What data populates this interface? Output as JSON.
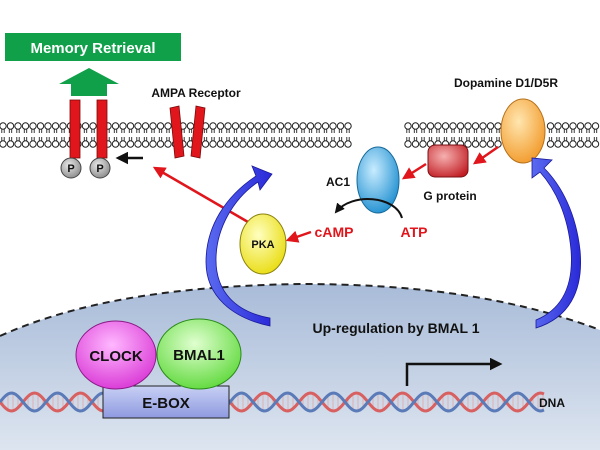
{
  "labels": {
    "memory_retrieval": "Memory Retrieval",
    "ampa_receptor": "AMPA Receptor",
    "dopamine_receptor": "Dopamine D1/D5R",
    "ac1": "AC1",
    "g_protein": "G protein",
    "camp": "cAMP",
    "atp": "ATP",
    "pka": "PKA",
    "phospho_1": "P",
    "phospho_2": "P",
    "up_regulation": "Up-regulation by BMAL 1",
    "clock": "CLOCK",
    "bmal1": "BMAL1",
    "ebox": "E-BOX",
    "dna": "DNA"
  },
  "colors": {
    "memory_green": "#10a04a",
    "receptor_red": "#e0161c",
    "signal_red": "#e0161c",
    "pka_yellow": "#f2ea2a",
    "ac1_blue": "#2e9fd8",
    "gprotein_red": "#c8282d",
    "dopamine_orange": "#f5a43a",
    "phospho_gray": "#9a9a9a",
    "blue_arrow": "#3a3ae0",
    "nucleus_blue": "#b4c4dc",
    "clock_magenta": "#e448e0",
    "bmal1_green": "#7ee05a",
    "ebox_lavender": "#aab4e8",
    "dna_red": "#d86060",
    "dna_blue": "#5a7ab8"
  }
}
